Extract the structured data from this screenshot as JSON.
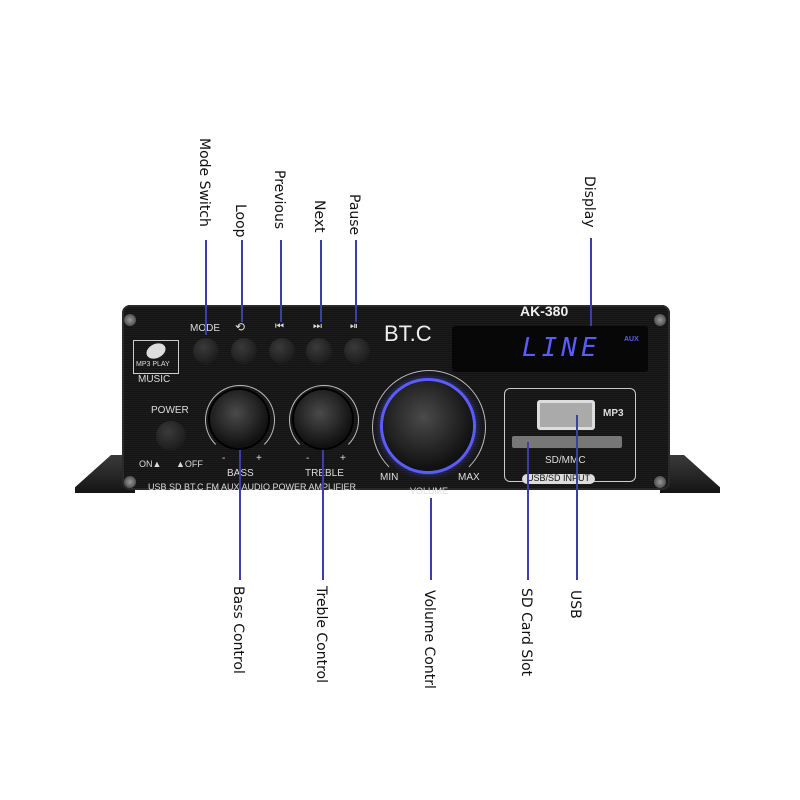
{
  "callouts_top": [
    {
      "label": "Mode Switch"
    },
    {
      "label": "Loop"
    },
    {
      "label": "Previous"
    },
    {
      "label": "Next"
    },
    {
      "label": "Pause"
    },
    {
      "label": "Display"
    }
  ],
  "callouts_bottom": [
    {
      "label": "Bass Control"
    },
    {
      "label": "Treble Control"
    },
    {
      "label": "Volume Contrl"
    },
    {
      "label": "SD Card Slot"
    },
    {
      "label": "USB"
    }
  ],
  "device": {
    "model": "AK-380",
    "brand": "BT.C",
    "display_text": "LINE",
    "display_indicator": "AUX",
    "mode_label": "MODE",
    "loop_icon": "loop-icon",
    "prev_icon": "previous-icon",
    "next_icon": "next-icon",
    "pause_icon": "play-pause-icon",
    "logo_text": "MP3 PLAY",
    "music_label": "MUSIC",
    "power_label": "POWER",
    "on_label": "ON▲",
    "off_label": "▲OFF",
    "bass_label": "BASS",
    "treble_label": "TREBLE",
    "minus": "-",
    "plus": "+",
    "min_label": "MIN",
    "max_label": "MAX",
    "volume_label": "VOLUME",
    "mp3_label": "MP3",
    "sd_label": "SD/MMC",
    "input_label": "USB/SD INPUT",
    "footer_text": "USB SD BT.C FM AUX AUDIO POWER AMPLIFIER"
  },
  "colors": {
    "callout_line": "#3d3fa8",
    "display_blue": "#5a5cff"
  }
}
